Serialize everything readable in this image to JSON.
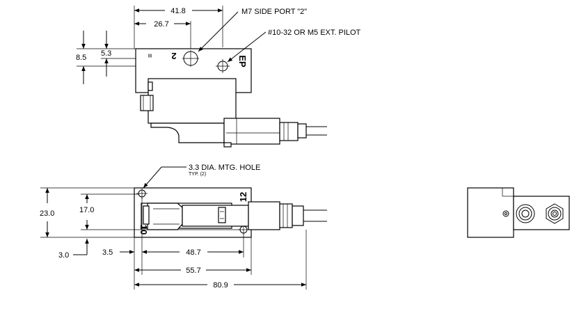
{
  "top_view": {
    "dim_41_8": "41.8",
    "dim_26_7": "26.7",
    "dim_8_5": "8.5",
    "dim_5_3": "5.3",
    "callout_side_port": "M7 SIDE PORT \"2\"",
    "callout_pilot": "#10-32 OR M5 EXT. PILOT",
    "mark_2": "2",
    "mark_ep": "EP",
    "mark_dash": "="
  },
  "front_view": {
    "callout_hole": "3.3 DIA. MTG. HOLE",
    "callout_hole_typ": "TYP. (2)",
    "dim_23_0": "23.0",
    "dim_17_0": "17.0",
    "dim_3_0": "3.0",
    "dim_3_5": "3.5",
    "dim_48_7": "48.7",
    "dim_55_7": "55.7",
    "dim_80_9": "80.9",
    "mark_12": "12",
    "mark_10": "10"
  },
  "side_view": {}
}
